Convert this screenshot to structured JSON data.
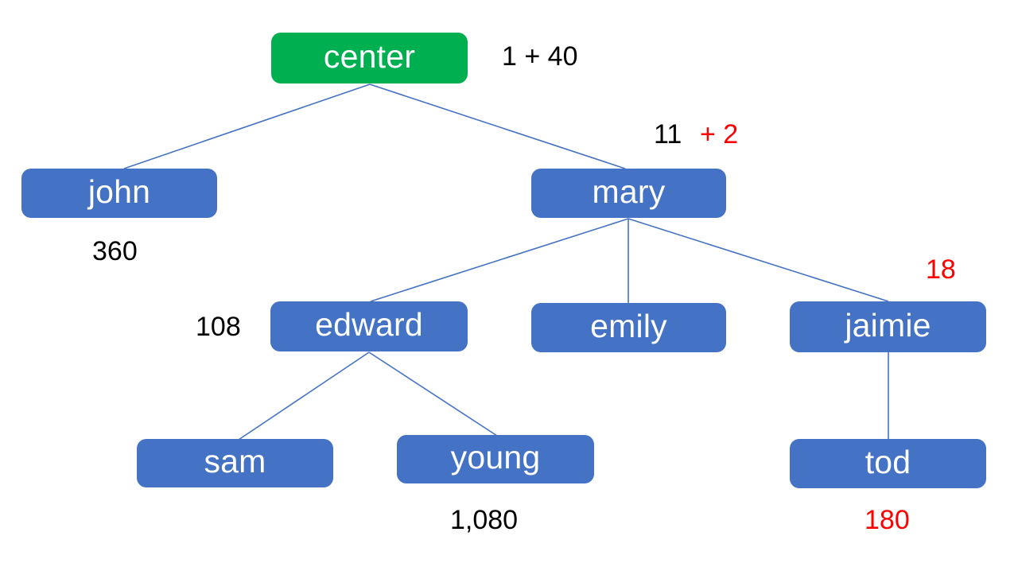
{
  "diagram": {
    "title": "Hierarchy tree with value annotations",
    "background_color": "#FFFFFF",
    "node_fill_blue": "#4472C4",
    "node_fill_green": "#00B050",
    "node_text_color": "#FFFFFF",
    "edge_color": "#4472C4",
    "annotation_black": "#000000",
    "annotation_red": "#FF0000"
  },
  "nodes": [
    {
      "id": "center",
      "label": "center",
      "color": "green"
    },
    {
      "id": "john",
      "label": "john",
      "color": "blue"
    },
    {
      "id": "mary",
      "label": "mary",
      "color": "blue"
    },
    {
      "id": "edward",
      "label": "edward",
      "color": "blue"
    },
    {
      "id": "emily",
      "label": "emily",
      "color": "blue"
    },
    {
      "id": "jaimie",
      "label": "jaimie",
      "color": "blue"
    },
    {
      "id": "sam",
      "label": "sam",
      "color": "blue"
    },
    {
      "id": "young",
      "label": "young",
      "color": "blue"
    },
    {
      "id": "tod",
      "label": "tod",
      "color": "blue"
    }
  ],
  "annotations": {
    "center_value": "1 + 40",
    "mary_value_black": "11",
    "mary_value_red": "+ 2",
    "john_value": "360",
    "edward_value": "108",
    "jaimie_value": "18",
    "young_value": "1,080",
    "tod_value": "180"
  },
  "edges": [
    {
      "from": "center",
      "to": "john"
    },
    {
      "from": "center",
      "to": "mary"
    },
    {
      "from": "mary",
      "to": "edward"
    },
    {
      "from": "mary",
      "to": "emily"
    },
    {
      "from": "mary",
      "to": "jaimie"
    },
    {
      "from": "edward",
      "to": "sam"
    },
    {
      "from": "edward",
      "to": "young"
    },
    {
      "from": "jaimie",
      "to": "tod"
    }
  ]
}
